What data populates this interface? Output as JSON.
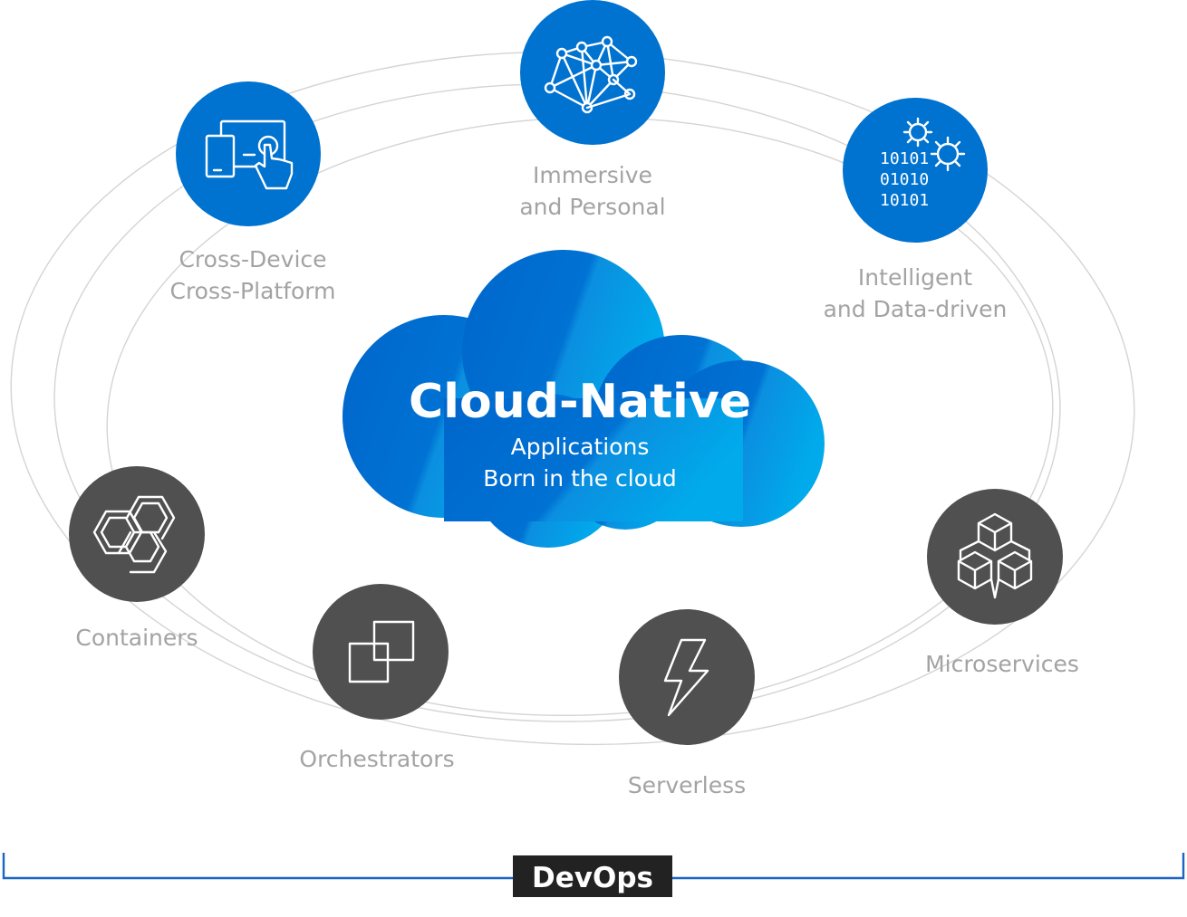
{
  "center": {
    "title": "Cloud-Native",
    "line1": "Applications",
    "line2": "Born in the cloud"
  },
  "nodes": [
    {
      "label_lines": [
        "Immersive",
        "and Personal"
      ],
      "icon": "neural-network-icon",
      "color": "#0072d0"
    },
    {
      "label_lines": [
        "Cross-Device",
        "Cross-Platform"
      ],
      "icon": "devices-touch-icon",
      "color": "#0072d0"
    },
    {
      "label_lines": [
        "Intelligent",
        "and Data-driven"
      ],
      "icon": "binary-gears-icon",
      "color": "#0072d0"
    },
    {
      "label_lines": [
        "Containers"
      ],
      "icon": "hexagons-icon",
      "color": "#505050"
    },
    {
      "label_lines": [
        "Orchestrators"
      ],
      "icon": "overlapping-squares-icon",
      "color": "#505050"
    },
    {
      "label_lines": [
        "Serverless"
      ],
      "icon": "lightning-bolt-icon",
      "color": "#505050"
    },
    {
      "label_lines": [
        "Microservices"
      ],
      "icon": "cubes-icon",
      "color": "#505050"
    }
  ],
  "binary_rows": [
    "10101",
    "01010",
    "10101"
  ],
  "footer": {
    "label": "DevOps",
    "bracket_color": "#1b65c4",
    "box_color": "#222222"
  },
  "colors": {
    "cloud_dark": "#0063c8",
    "cloud_light": "#00a6ea",
    "orbit": "#d4d4d4",
    "label": "#a3a3a3"
  }
}
